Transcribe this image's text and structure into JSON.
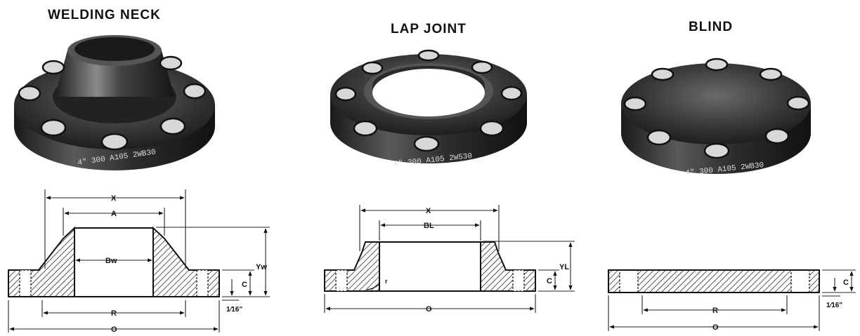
{
  "titles": {
    "welding_neck": "WELDING NECK",
    "lap_joint": "LAP JOINT",
    "blind": "BLIND"
  },
  "stamps": {
    "welding_neck": "4\" 300 A105 2WB30",
    "lap_joint": "4\" 300 A105 2W530",
    "blind": "4\" 300 A105 2WB30"
  },
  "labels": {
    "wn": {
      "x": "X",
      "a": "A",
      "bw": "Bw",
      "yw": "Yw",
      "c": "C",
      "r": "R",
      "o": "O",
      "sixteenth": "1⁄16\""
    },
    "lj": {
      "x": "X",
      "bl": "BL",
      "yl": "YL",
      "c": "C",
      "o": "O",
      "r_mark": "r"
    },
    "bl": {
      "c": "C",
      "r": "R",
      "o": "O",
      "sixteenth": "1⁄16\""
    }
  },
  "colors": {
    "ink": "#111111",
    "steel": "#3a3a3a",
    "hole": "#d8d8d8",
    "paper": "#ffffff"
  }
}
